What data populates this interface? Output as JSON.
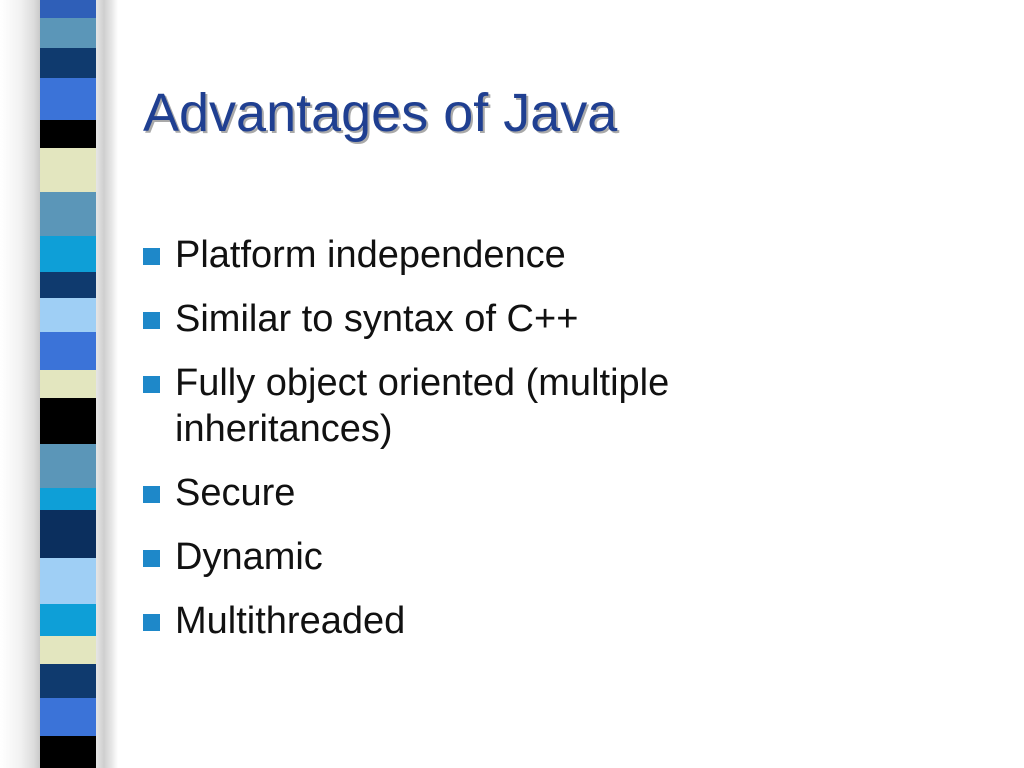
{
  "slide": {
    "title": "Advantages of Java",
    "bullets": [
      {
        "text": "Platform independence",
        "icon": "square-bullet-icon"
      },
      {
        "text": "Similar to syntax of C++",
        "icon": "square-bullet-icon"
      },
      {
        "text": "Fully object oriented (multiple inheritances)",
        "icon": "square-bullet-icon"
      },
      {
        "text": "Secure",
        "icon": "square-bullet-icon"
      },
      {
        "text": "Dynamic",
        "icon": "square-bullet-icon"
      },
      {
        "text": "Multithreaded",
        "icon": "square-bullet-icon"
      }
    ]
  },
  "theme": {
    "title_color": "#1f3f91",
    "bullet_color": "#1e88c9",
    "text_color": "#111111",
    "stripe_colors": [
      "#2f5fb8",
      "#000000",
      "#e3e6bf",
      "#5b96b8",
      "#0e9fd7",
      "#0f3a6e",
      "#9fcff5",
      "#3b73d8",
      "#1f5f8a",
      "#0b2f5e"
    ]
  }
}
